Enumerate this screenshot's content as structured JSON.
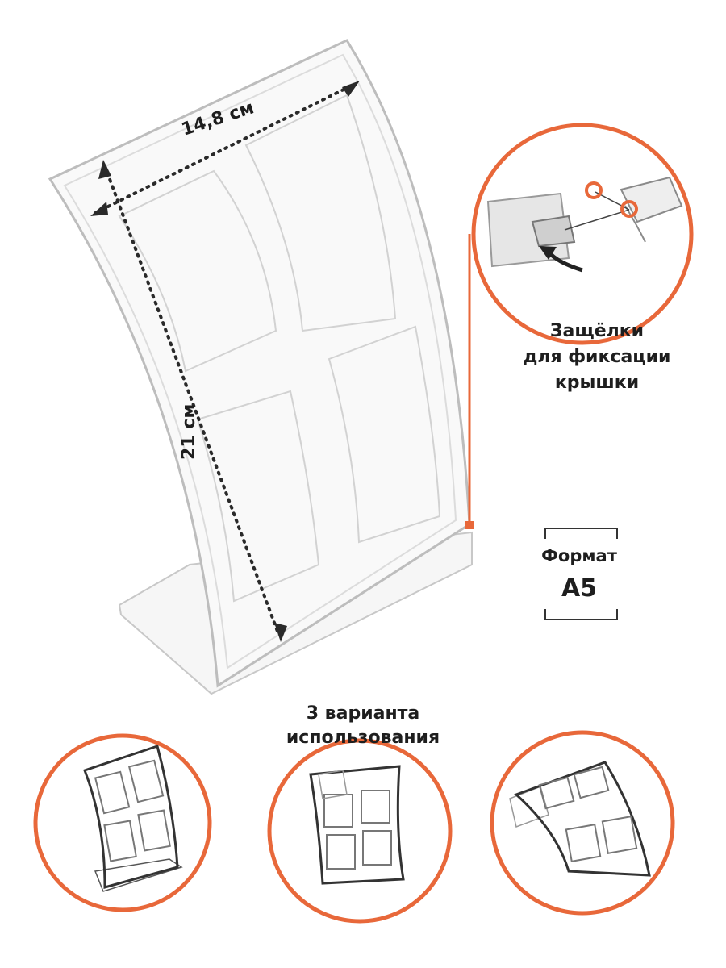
{
  "dimensions": {
    "width_label": "14,8 см",
    "height_label": "21 см"
  },
  "callout": {
    "caption_line1": "Защёлки",
    "caption_line2": "для фиксации",
    "caption_line3": "крышки"
  },
  "format": {
    "title": "Формат",
    "value": "A5"
  },
  "variants": {
    "caption_line1": "3 варианта",
    "caption_line2": "использования"
  },
  "colors": {
    "accent": "#e8683a",
    "ink": "#1e1e1e",
    "acrylic_edge": "#c9c9c9"
  }
}
